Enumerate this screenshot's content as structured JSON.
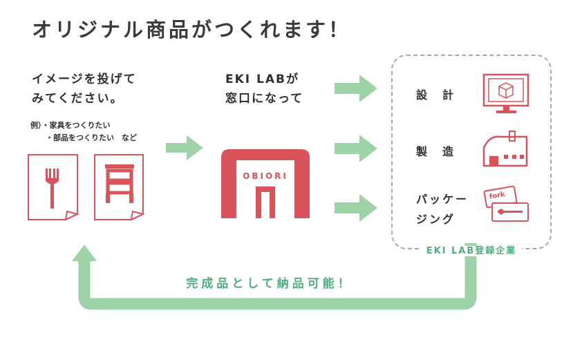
{
  "title": "オリジナル商品がつくれます！",
  "step1": {
    "line1": "イメージを投げて",
    "line2": "みてください。",
    "example1": "例）・家具をつくりたい",
    "example2": "・部品をつくりたい　など"
  },
  "step2": {
    "line1": "EKI LABが",
    "line2": "窓口になって"
  },
  "logo": {
    "text": "OBIORI"
  },
  "services": {
    "design": "設　計",
    "manufacturing": "製　造",
    "packaging_line1": "パッケー",
    "packaging_line2": "ジング"
  },
  "package_card_text": "fork",
  "group_caption": "EKI LAB登録企業",
  "return_label": "完成品として納品可能！",
  "colors": {
    "red": "#d9535a",
    "green": "#9ed3a8",
    "green_text": "#4fae7e",
    "dashed_border": "#a8a8a8"
  },
  "icons": [
    "document-fork-icon",
    "document-shelf-icon",
    "obiori-logo",
    "monitor-cube-icon",
    "factory-icon",
    "package-card-icon"
  ]
}
